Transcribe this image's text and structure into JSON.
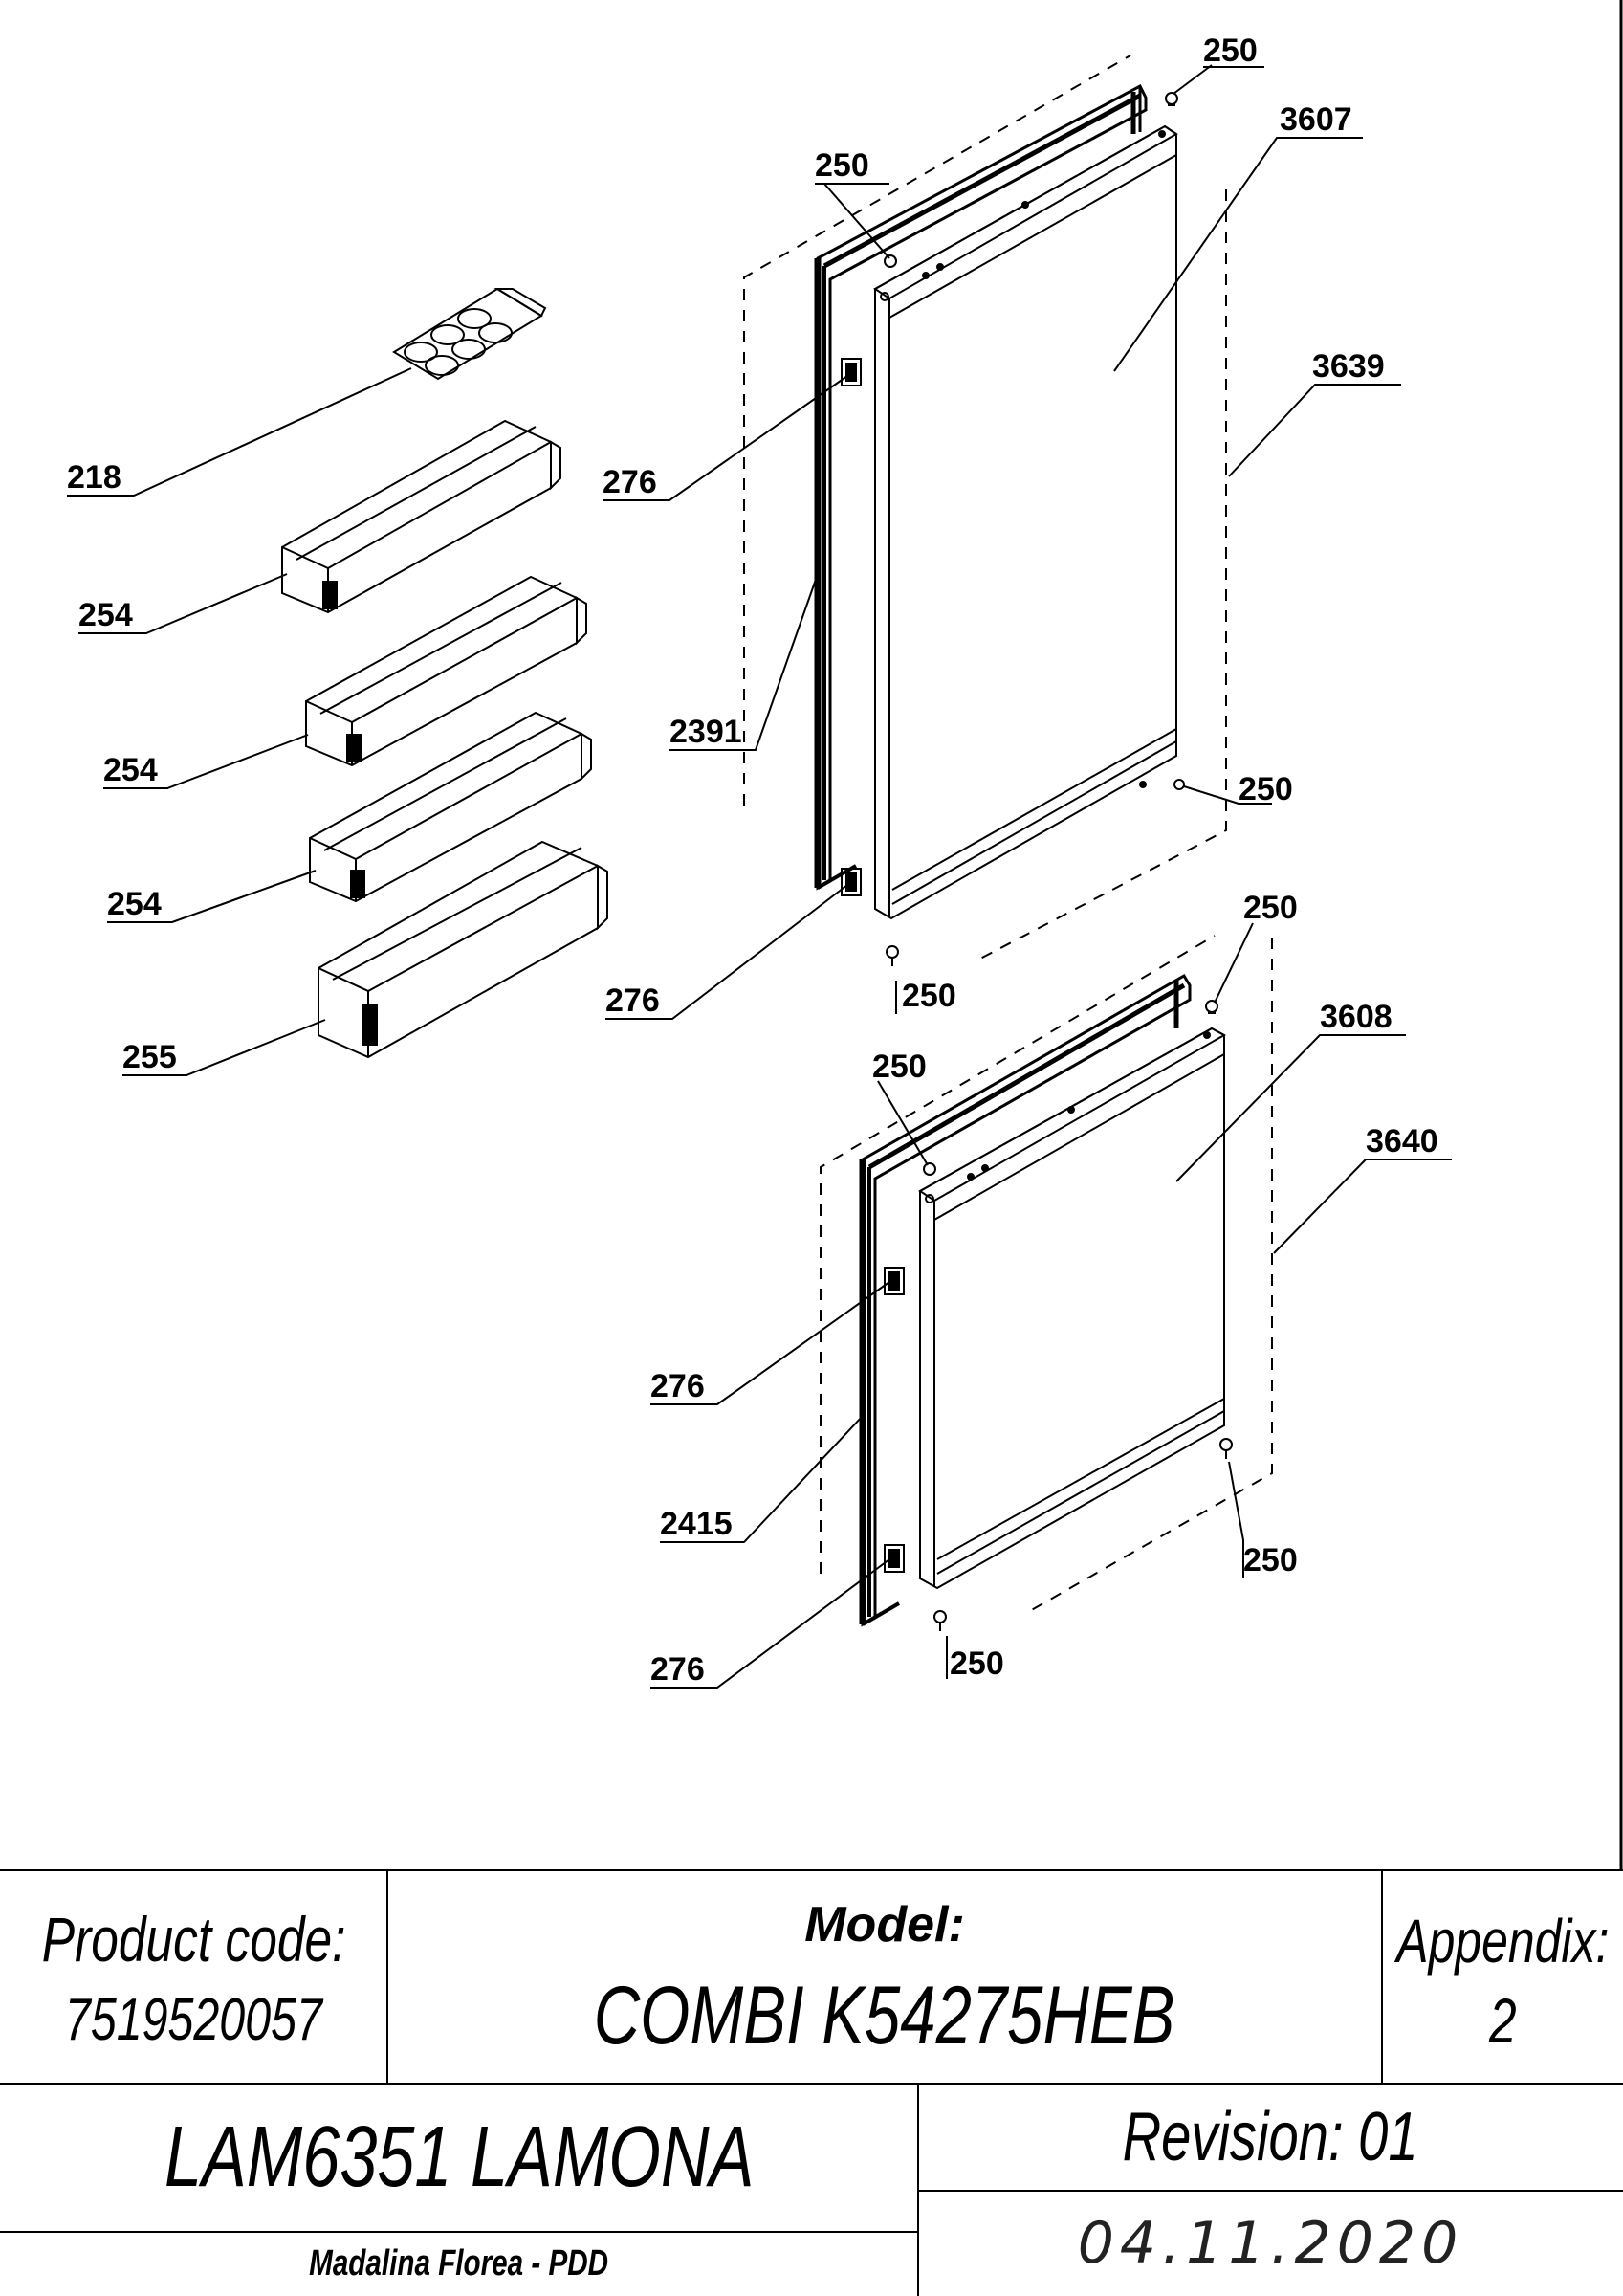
{
  "callouts": {
    "218": "218",
    "254_a": "254",
    "254_b": "254",
    "254_c": "254",
    "255": "255",
    "276_a": "276",
    "276_b": "276",
    "276_c": "276",
    "276_d": "276",
    "2391": "2391",
    "2415": "2415",
    "3607": "3607",
    "3608": "3608",
    "3639": "3639",
    "3640": "3640",
    "250_a": "250",
    "250_b": "250",
    "250_c": "250",
    "250_d": "250",
    "250_e": "250",
    "250_f": "250",
    "250_g": "250",
    "250_h": "250"
  },
  "title_block": {
    "product_code_label": "Product code:",
    "product_code": "7519520057",
    "model_label": "Model:",
    "model": "COMBI K54275HEB",
    "appendix_label": "Appendix:",
    "appendix": "2",
    "customer": "LAM6351 LAMONA",
    "revision": "Revision: 01",
    "author": "Madalina Florea - PDD",
    "date": "04.11.2020"
  }
}
